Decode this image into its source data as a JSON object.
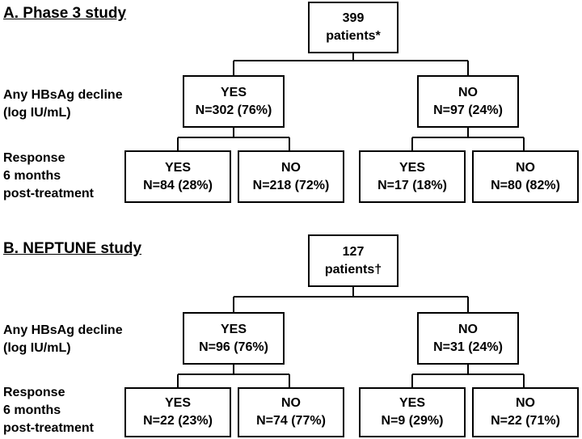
{
  "studies": [
    {
      "title": "A. Phase 3 study",
      "root": {
        "line1": "399",
        "line2": "patients*"
      },
      "row1_label": [
        "Any HBsAg decline",
        "(log IU/mL)"
      ],
      "row2_label": [
        "Response",
        "6 months",
        "post-treatment"
      ],
      "level1": [
        {
          "line1": "YES",
          "line2": "N=302 (76%)"
        },
        {
          "line1": "NO",
          "line2": "N=97 (24%)"
        }
      ],
      "level2": [
        {
          "line1": "YES",
          "line2": "N=84 (28%)"
        },
        {
          "line1": "NO",
          "line2": "N=218 (72%)"
        },
        {
          "line1": "YES",
          "line2": "N=17 (18%)"
        },
        {
          "line1": "NO",
          "line2": "N=80 (82%)"
        }
      ]
    },
    {
      "title": "B. NEPTUNE study",
      "root": {
        "line1": "127",
        "line2": "patients†"
      },
      "row1_label": [
        "Any HBsAg decline",
        "(log IU/mL)"
      ],
      "row2_label": [
        "Response",
        "6 months",
        "post-treatment"
      ],
      "level1": [
        {
          "line1": "YES",
          "line2": "N=96 (76%)"
        },
        {
          "line1": "NO",
          "line2": "N=31 (24%)"
        }
      ],
      "level2": [
        {
          "line1": "YES",
          "line2": "N=22 (23%)"
        },
        {
          "line1": "NO",
          "line2": "N=74 (77%)"
        },
        {
          "line1": "YES",
          "line2": "N=9 (29%)"
        },
        {
          "line1": "NO",
          "line2": "N=22 (71%)"
        }
      ]
    }
  ]
}
